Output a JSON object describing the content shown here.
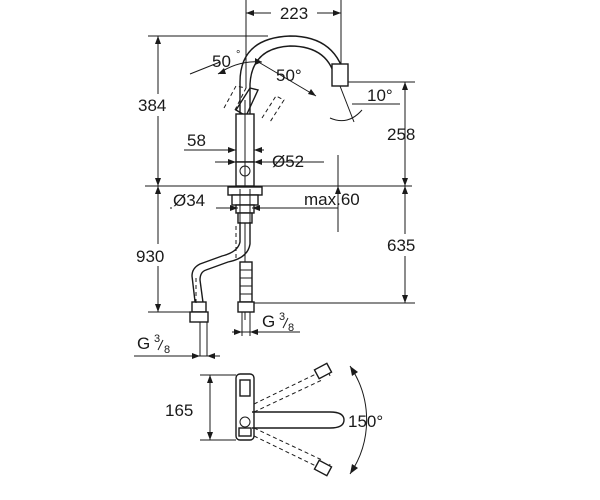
{
  "drawing": {
    "dimensions": {
      "spout_reach": "223",
      "total_height": "384",
      "spout_height": "258",
      "swivel_angle_left": "50",
      "swivel_angle_right": "50°",
      "spout_tilt": "10°",
      "lever_offset": "58",
      "body_diameter": "Ø52",
      "thread_diameter": "Ø34",
      "max_deck_thickness": "max.60",
      "hose_length_left": "930",
      "hose_length_right": "635",
      "connection_left_base": "G",
      "connection_left_num": "3",
      "connection_left_den": "8",
      "connection_right_base": "G",
      "connection_right_num": "3",
      "connection_right_den": "8",
      "plan_depth": "165",
      "rotation_angle": "150°"
    }
  }
}
